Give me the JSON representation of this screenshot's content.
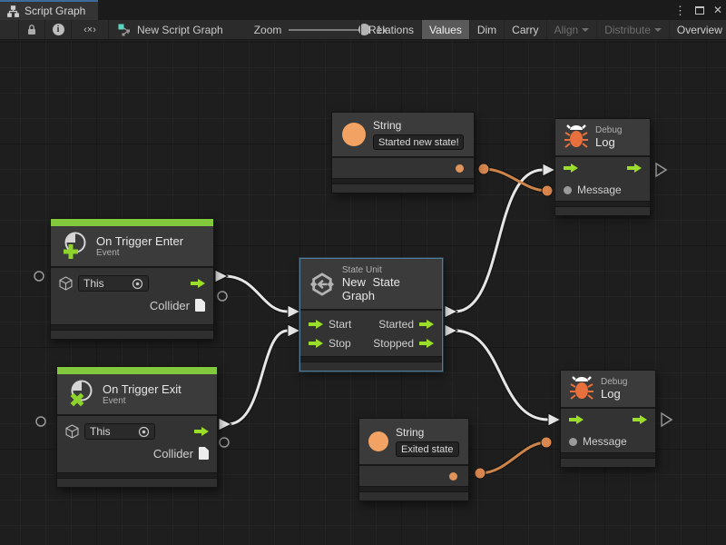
{
  "tab": {
    "title": "Script Graph"
  },
  "window_controls": {
    "menu": "⋮",
    "close": "✕"
  },
  "toolbar": {
    "code_glyph": "‹×›",
    "graph_name": "New Script Graph",
    "zoom_label": "Zoom",
    "zoom_value": "1x",
    "relations": "Relations",
    "values": "Values",
    "dim": "Dim",
    "carry": "Carry",
    "align": "Align",
    "distribute": "Distribute",
    "overview": "Overview",
    "fullscreen": "Full Screen"
  },
  "nodes": {
    "string_top": {
      "type": "String",
      "value": "Started new state!"
    },
    "string_bottom": {
      "type": "String",
      "value": "Exited state"
    },
    "debug_top": {
      "category": "Debug",
      "title": "Log",
      "message_label": "Message"
    },
    "debug_bottom": {
      "category": "Debug",
      "title": "Log",
      "message_label": "Message"
    },
    "trigger_enter": {
      "title": "On Trigger Enter",
      "subtitle": "Event",
      "target_value": "This",
      "output_label": "Collider"
    },
    "trigger_exit": {
      "title": "On Trigger Exit",
      "subtitle": "Event",
      "target_value": "This",
      "output_label": "Collider"
    },
    "state": {
      "category": "State Unit",
      "title": "New State Graph",
      "ports": {
        "start": "Start",
        "stop": "Stop",
        "started": "Started",
        "stopped": "Stopped"
      }
    }
  },
  "colors": {
    "accent_green": "#9ade2b",
    "strip_green": "#82c93e",
    "accent_orange": "#f2a263",
    "wire_white": "#e6e6e6",
    "wire_orange": "#cd8449",
    "selection_blue": "#4e7c99",
    "tab_accent_blue": "#3d6c99"
  }
}
